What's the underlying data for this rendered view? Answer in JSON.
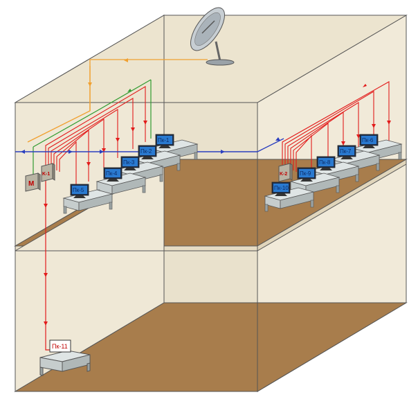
{
  "labels": {
    "modem": "M",
    "switch_left": "K-1",
    "switch_right": "K-2",
    "pcs": [
      "Пк-1",
      "Пк-2",
      "Пк-3",
      "Пк-4",
      "Пк-5",
      "Пк-6",
      "Пк-7",
      "Пк-8",
      "Пк-9",
      "Пк-10"
    ],
    "pc11": "Пк-11"
  },
  "colors": {
    "wall": "#efe8d6",
    "wall_dark": "#e3dac3",
    "floor": "#a87d4c",
    "floor_dark": "#8e6538",
    "cable_red": "#e21b1b",
    "cable_blue": "#2b3fbf",
    "cable_green": "#2e9a2e",
    "cable_orange": "#f0a030",
    "desk": "#cfd6d6",
    "monitor_screen": "#2a7ad0"
  }
}
